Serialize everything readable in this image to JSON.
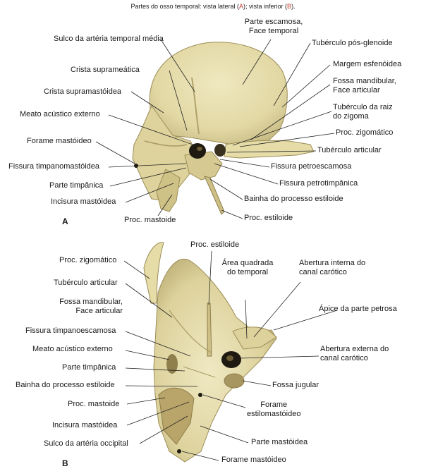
{
  "caption": {
    "prefix": "Partes do osso temporal: vista lateral (",
    "a": "A",
    "mid": "); vista inferior (",
    "b": "B",
    "suffix": ")."
  },
  "panel_a": {
    "letter": "A",
    "labels": {
      "sulco_arteria": "Sulco da artéria temporal média",
      "parte_escamosa_1": "Parte escamosa,",
      "parte_escamosa_2": "Face temporal",
      "tuberculo_pos": "Tubérculo pós-glenoide",
      "crista_suprameatica": "Crista suprameática",
      "margem_esfenoidea": "Margem esfenóidea",
      "crista_supramastoidea": "Crista supramastóidea",
      "fossa_mandibular_1": "Fossa mandibular,",
      "fossa_mandibular_2": "Face articular",
      "meato": "Meato acústico externo",
      "tuberculo_raiz_1": "Tubérculo da raiz",
      "tuberculo_raiz_2": "do zigoma",
      "proc_zigomatico": "Proc. zigomático",
      "forame_mastoideo": "Forame mastóideo",
      "tuberculo_articular": "Tubérculo articular",
      "fissura_timpanomastoidea": "Fissura timpanomastóidea",
      "fissura_petroescamosa": "Fissura petroescamosa",
      "parte_timpanica": "Parte timpânica",
      "fissura_petrotimpanica": "Fissura petrotimpânica",
      "incisura_mastoidea": "Incisura mastóidea",
      "bainha": "Bainha do processo estiloide",
      "proc_mastoide": "Proc. mastoide",
      "proc_estiloide": "Proc. estiloide"
    }
  },
  "panel_b": {
    "letter": "B",
    "labels": {
      "proc_estiloide": "Proc. estiloide",
      "proc_zigomatico": "Proc. zigomático",
      "area_quadrada_1": "Área quadrada",
      "area_quadrada_2": "do temporal",
      "abertura_interna_1": "Abertura interna do",
      "abertura_interna_2": "canal carótico",
      "tuberculo_articular": "Tubérculo articular",
      "fossa_mandibular_1": "Fossa mandibular,",
      "fossa_mandibular_2": "Face articular",
      "apice": "Ápice da parte petrosa",
      "fissura_timpanoescamosa": "Fissura timpanoescamosa",
      "meato": "Meato acústico externo",
      "abertura_externa_1": "Abertura externa do",
      "abertura_externa_2": "canal carótico",
      "parte_timpanica": "Parte timpânica",
      "bainha": "Bainha do processo estiloide",
      "fossa_jugular": "Fossa jugular",
      "proc_mastoide": "Proc. mastoide",
      "forame_estilo_1": "Forame",
      "forame_estilo_2": "estilomastóideo",
      "incisura_mastoidea": "Incisura mastóidea",
      "parte_mastoidea": "Parte mastóidea",
      "sulco_occipital": "Sulco da artéria occipital",
      "forame_mastoideo": "Forame mastóideo"
    }
  },
  "colors": {
    "bone": "#e8e0b0",
    "bone_shade": "#c9bd86",
    "bone_dark": "#8f7f4c",
    "hole": "#1e1a12",
    "leader": "#222222",
    "caption_highlight": "#c0392b"
  }
}
